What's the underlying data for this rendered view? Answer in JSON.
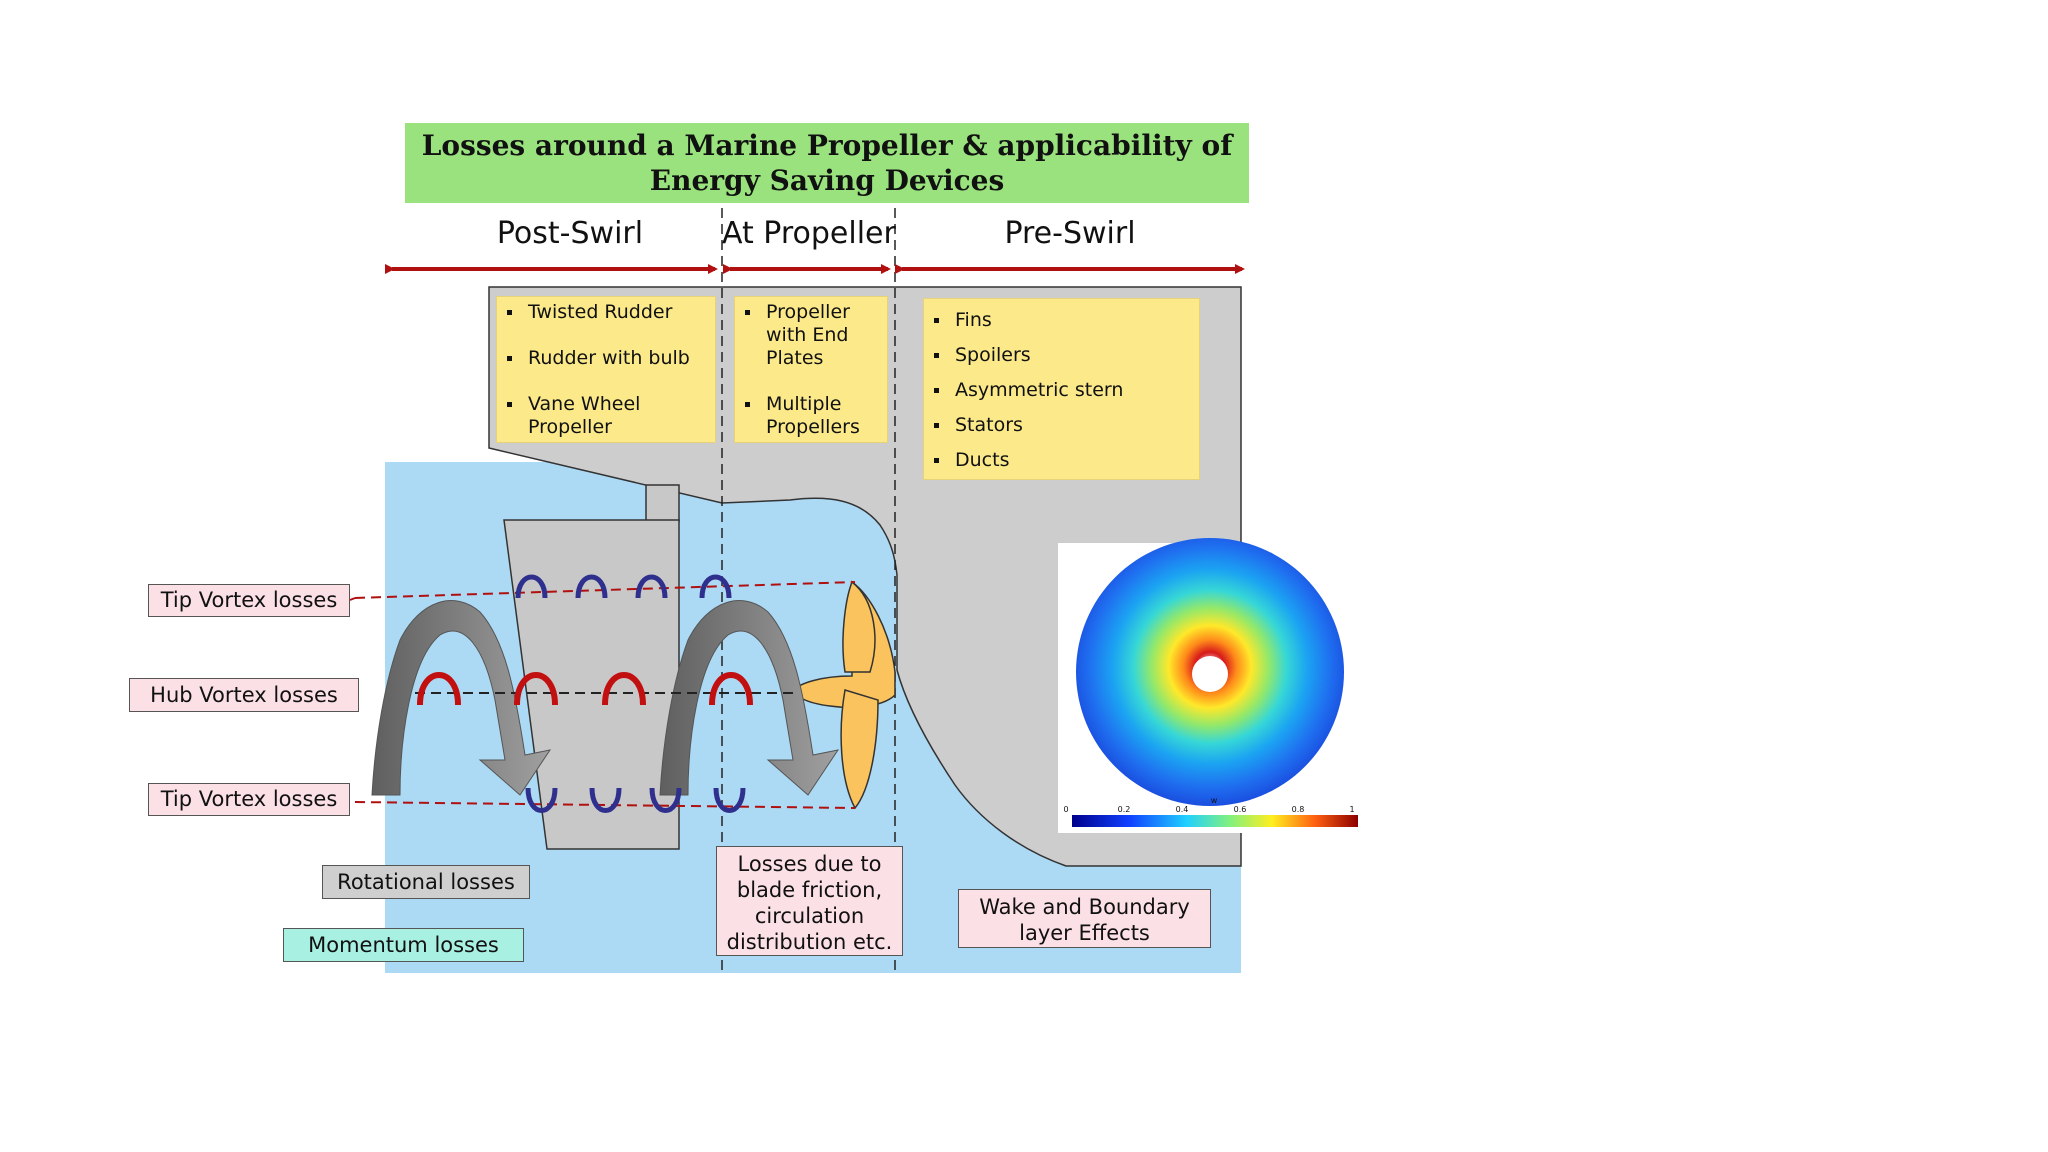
{
  "title": {
    "line1": "Losses around a Marine Propeller & applicability of",
    "line2": "Energy Saving Devices"
  },
  "zones": {
    "post_swirl": "Post-Swirl",
    "at_propeller": "At Propeller",
    "pre_swirl": "Pre-Swirl"
  },
  "devices": {
    "post_swirl": [
      "Twisted Rudder",
      "Rudder with bulb",
      "Vane Wheel Propeller"
    ],
    "at_propeller": [
      "Propeller with End Plates",
      "Multiple Propellers"
    ],
    "pre_swirl": [
      "Fins",
      "Spoilers",
      "Asymmetric stern",
      "Stators",
      "Ducts"
    ]
  },
  "losses": {
    "tip_vortex_top": "Tip Vortex losses",
    "hub_vortex": "Hub Vortex losses",
    "tip_vortex_bottom": "Tip Vortex losses",
    "rotational": "Rotational losses",
    "momentum": "Momentum losses",
    "blade_friction": "Losses due to blade friction, circulation distribution etc.",
    "wake": "Wake and Boundary layer Effects"
  },
  "wake_plot": {
    "axis_var": "w",
    "ticks": [
      "0",
      "0.2",
      "0.4",
      "0.6",
      "0.8",
      "1"
    ]
  },
  "colors": {
    "water": "#acdaf4",
    "hull": "#cdcdcd",
    "title_bg": "#99e27e",
    "device_box": "#fbe98a",
    "arrow_red": "#b01010",
    "vortex_blue": "#2f2f8e",
    "propeller": "#fac35e"
  }
}
